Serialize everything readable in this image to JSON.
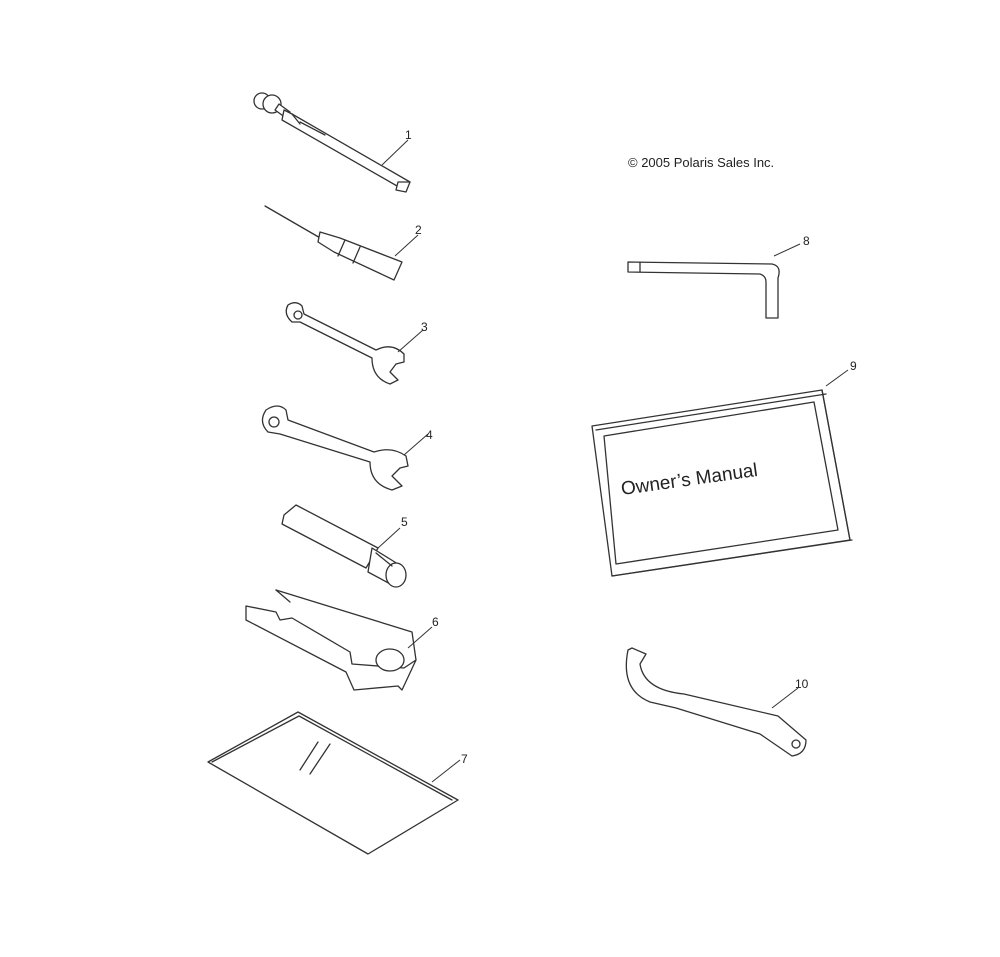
{
  "copyright": "© 2005 Polaris Sales Inc.",
  "manual_cover_text": "Owner’s Manual",
  "parts": [
    {
      "number": "1",
      "icon": "tire-pressure-gauge-icon"
    },
    {
      "number": "2",
      "icon": "screwdriver-icon"
    },
    {
      "number": "3",
      "icon": "small-wrench-icon"
    },
    {
      "number": "4",
      "icon": "large-wrench-icon"
    },
    {
      "number": "5",
      "icon": "spark-plug-socket-icon"
    },
    {
      "number": "6",
      "icon": "socket-handle-bar-icon"
    },
    {
      "number": "7",
      "icon": "tool-pouch-bag-icon"
    },
    {
      "number": "8",
      "icon": "allen-key-icon"
    },
    {
      "number": "9",
      "icon": "owners-manual-icon"
    },
    {
      "number": "10",
      "icon": "spanner-hook-wrench-icon"
    }
  ]
}
